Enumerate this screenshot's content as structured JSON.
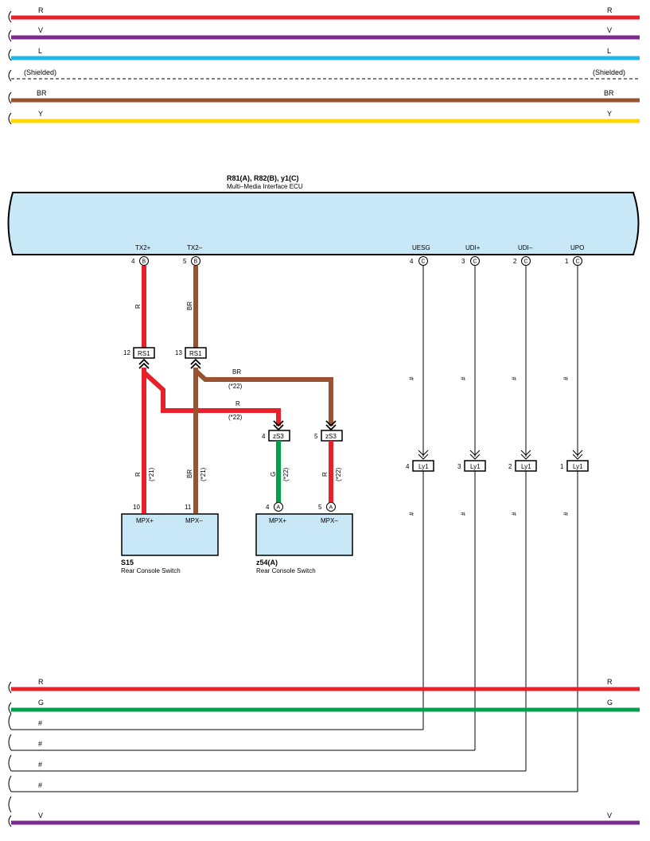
{
  "top_bus": [
    {
      "label": "R",
      "color": "#e8202a"
    },
    {
      "label": "V",
      "color": "#7b2d8f"
    },
    {
      "label": "L",
      "color": "#22b5ea"
    },
    {
      "label": "(Shielded)",
      "color": "#000000"
    },
    {
      "label": "BR",
      "color": "#9a5330"
    },
    {
      "label": "Y",
      "color": "#ffd800"
    }
  ],
  "ecu": {
    "connectors": "R81(A), R82(B), y1(C)",
    "name": "Multi–Media Interface ECU",
    "fill": "#c9e8f7",
    "pins": [
      {
        "name": "TX2+",
        "num": "4",
        "conn": "B"
      },
      {
        "name": "TX2–",
        "num": "5",
        "conn": "B"
      },
      {
        "name": "UESG",
        "num": "4",
        "conn": "C"
      },
      {
        "name": "UDI+",
        "num": "3",
        "conn": "C"
      },
      {
        "name": "UDI–",
        "num": "2",
        "conn": "C"
      },
      {
        "name": "UPO",
        "num": "1",
        "conn": "C"
      }
    ]
  },
  "junctions": {
    "rs1_a": {
      "num": "12",
      "label": "RS1"
    },
    "rs1_b": {
      "num": "13",
      "label": "RS1"
    },
    "zs3_a": {
      "num": "4",
      "label": "zS3"
    },
    "zs3_b": {
      "num": "5",
      "label": "zS3"
    },
    "ly1": [
      {
        "num": "4",
        "label": "Ly1"
      },
      {
        "num": "3",
        "label": "Ly1"
      },
      {
        "num": "2",
        "label": "Ly1"
      },
      {
        "num": "1",
        "label": "Ly1"
      }
    ]
  },
  "wire_labels": {
    "tx2p_upper": "R",
    "tx2m_upper": "BR",
    "br_cross": "BR",
    "br_cross_note": "(*22)",
    "r_cross": "R",
    "r_cross_note": "(*22)",
    "s15_r": "R",
    "s15_r_note": "(*21)",
    "s15_br": "BR",
    "s15_br_note": "(*21)",
    "z54_g": "G",
    "z54_g_note": "(*22)",
    "z54_r": "R",
    "z54_r_note": "(*22)",
    "hash": "#"
  },
  "switch_s15": {
    "id": "S15",
    "name": "Rear Console Switch",
    "pin1_num": "10",
    "pin1_name": "MPX+",
    "pin2_num": "11",
    "pin2_name": "MPX–"
  },
  "switch_z54": {
    "id": "z54(A)",
    "name": "Rear Console Switch",
    "pin1_num": "4",
    "pin1_conn": "A",
    "pin1_name": "MPX+",
    "pin2_num": "5",
    "pin2_conn": "A",
    "pin2_name": "MPX–"
  },
  "bottom_bus": [
    {
      "label": "R",
      "color": "#e8202a"
    },
    {
      "label": "G",
      "color": "#00a04a"
    },
    {
      "label": "#"
    },
    {
      "label": "#"
    },
    {
      "label": "#"
    },
    {
      "label": "#"
    },
    {
      "label": "V",
      "color": "#7b2d8f"
    }
  ]
}
